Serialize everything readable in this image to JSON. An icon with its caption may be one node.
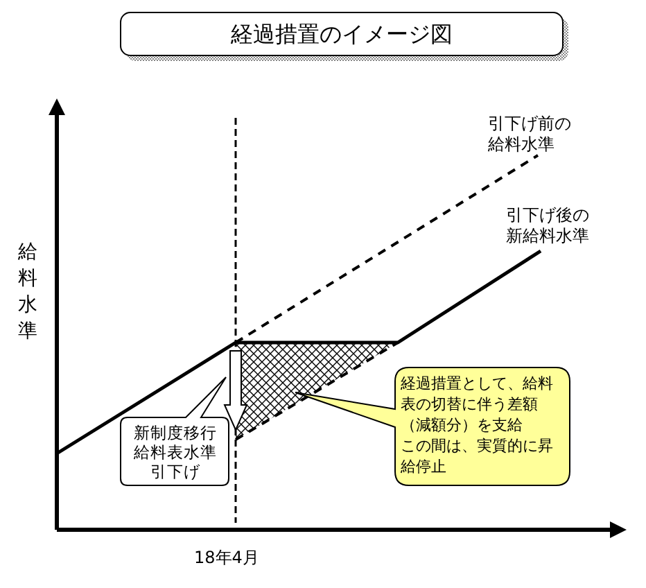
{
  "diagram": {
    "nodes": [
      {
        "text": [
          "経過措置のイメージ図"
        ]
      },
      {
        "text": [
          "新制度移行給料表水準引下げ"
        ]
      },
      {
        "text": [
          "経過措置として、給料表の切替に伴う差額（減額分）を支給",
          "この間は、実質的に昇給停止"
        ]
      }
    ],
    "labels": [
      "引下げ前の給料水準",
      "引下げ後の新給料水準",
      "給料水準",
      "18年4月"
    ]
  }
}
